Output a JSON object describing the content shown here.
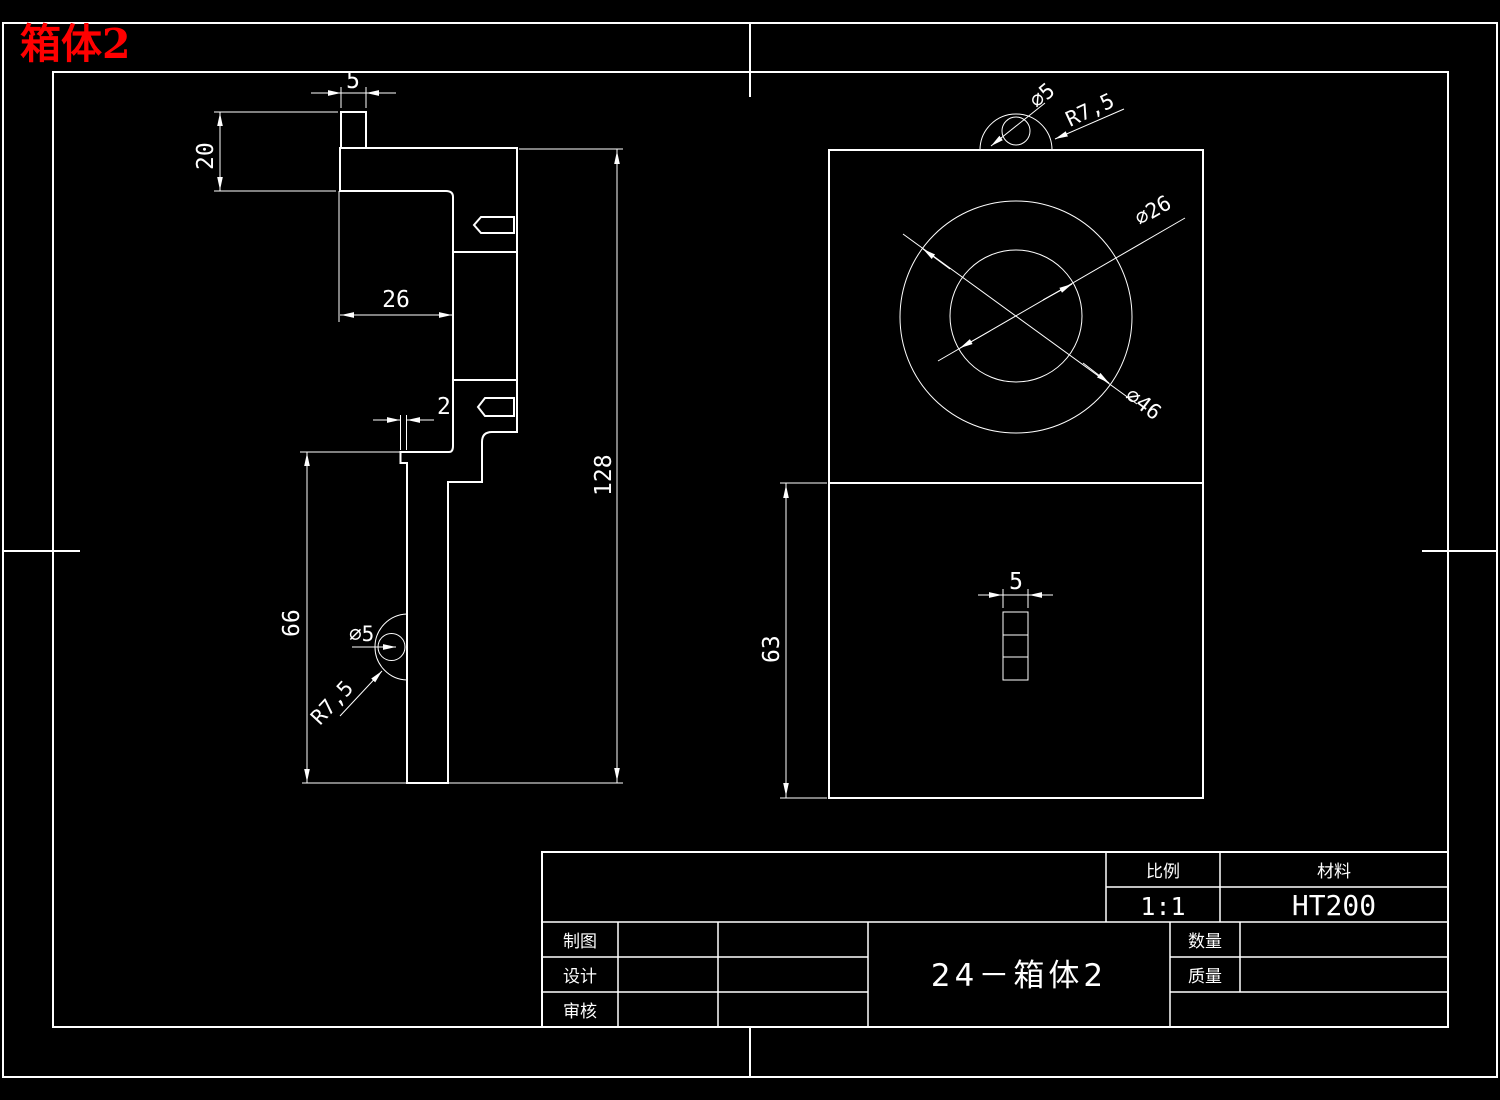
{
  "title": {
    "text": "箱体2",
    "color": "#ff0000"
  },
  "colors": {
    "background": "#000000",
    "line": "#ffffff",
    "title_red": "#ff0000"
  },
  "section_view": {
    "dim_tab_width": "5",
    "dim_flange_height": "20",
    "dim_cavity_width": "26",
    "dim_lip_width": "2",
    "dim_wall_height": "66",
    "dim_total_height": "128",
    "label_hole_dia": "⌀5",
    "label_boss_radius": "R7,5"
  },
  "front_view": {
    "label_hole_dia": "⌀5",
    "label_boss_radius": "R7,5",
    "label_bore_dia": "⌀26",
    "label_boss_dia": "⌀46",
    "dim_lower_height": "63",
    "dim_slot_width": "5"
  },
  "title_block": {
    "scale_label": "比例",
    "scale_value": "1:1",
    "material_label": "材料",
    "material_value": "HT200",
    "drafted_label": "制图",
    "designed_label": "设计",
    "reviewed_label": "审核",
    "part_name": "24－箱体2",
    "quantity_label": "数量",
    "mass_label": "质量"
  }
}
